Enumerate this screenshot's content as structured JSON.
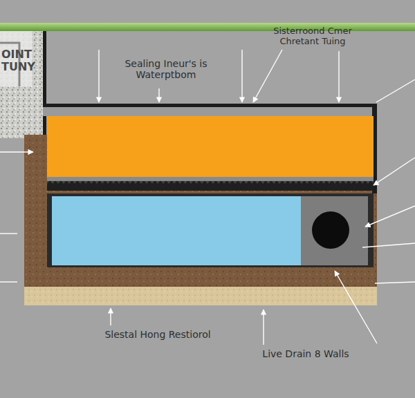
{
  "diagram": {
    "labels": [
      "OINT TUNY",
      "Sealing Ineur's is Waterptbom",
      "Sisterroond Cmer Chretant Tuing",
      "Slestal Hong Restiorol",
      "Live Drain 8 Walls"
    ]
  }
}
